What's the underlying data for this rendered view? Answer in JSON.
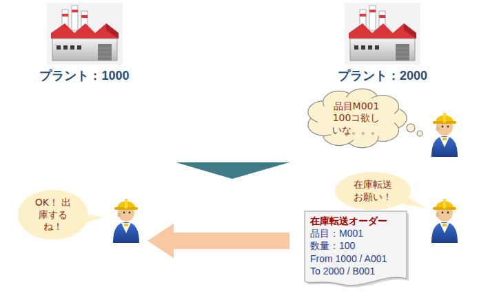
{
  "diagram": {
    "nodes": [
      {
        "text": [
          "プラント：1000"
        ]
      },
      {
        "text": [
          "プラント：2000"
        ]
      },
      {
        "text": [
          "品目M001 100コ欲し いな。。。"
        ]
      },
      {
        "text": [
          "在庫転送 お願い！"
        ]
      },
      {
        "text": [
          "在庫転送オーダー",
          "品目：M001",
          "数量：100",
          "From 1000 / A001",
          "To 2000 / B001"
        ]
      },
      {
        "text": [
          "OK！ 出庫する ね！"
        ]
      }
    ]
  }
}
